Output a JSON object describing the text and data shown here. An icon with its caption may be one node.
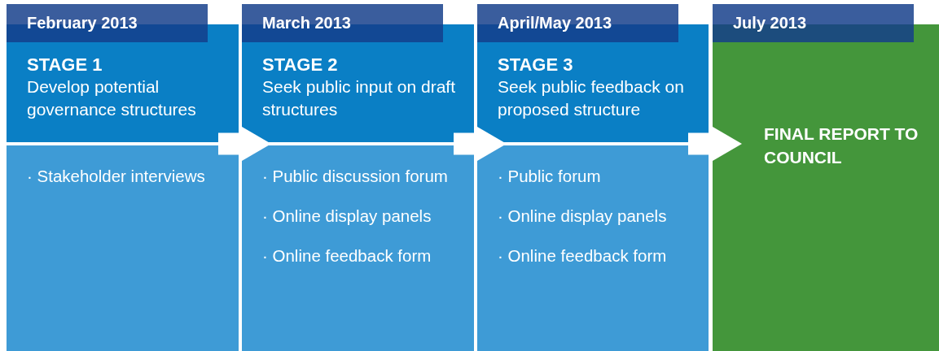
{
  "diagram": {
    "nodes": [
      {
        "text": [
          "February 2013"
        ]
      },
      {
        "text": [
          "STAGE 1",
          "Develop potential governance structures"
        ]
      },
      {
        "text": [
          "· Stakeholder interviews"
        ]
      },
      {
        "text": [
          "March 2013"
        ]
      },
      {
        "text": [
          "STAGE 2",
          "Seek public input on draft structures"
        ]
      },
      {
        "text": [
          "· Public discussion forum",
          "· Online display panels",
          "· Online feedback form"
        ]
      },
      {
        "text": [
          "April/May 2013"
        ]
      },
      {
        "text": [
          "STAGE 3",
          "Seek public feedback on proposed structure"
        ]
      },
      {
        "text": [
          "· Public forum",
          "· Online display panels",
          "· Online feedback form"
        ]
      },
      {
        "text": [
          "July 2013"
        ]
      },
      {
        "text": [
          "FINAL REPORT TO COUNCIL"
        ]
      }
    ],
    "edges": [
      {
        "from": 1,
        "to": 4,
        "arrow": "to"
      },
      {
        "from": 4,
        "to": 7,
        "arrow": "to"
      },
      {
        "from": 7,
        "to": 10,
        "arrow": "to"
      }
    ]
  }
}
